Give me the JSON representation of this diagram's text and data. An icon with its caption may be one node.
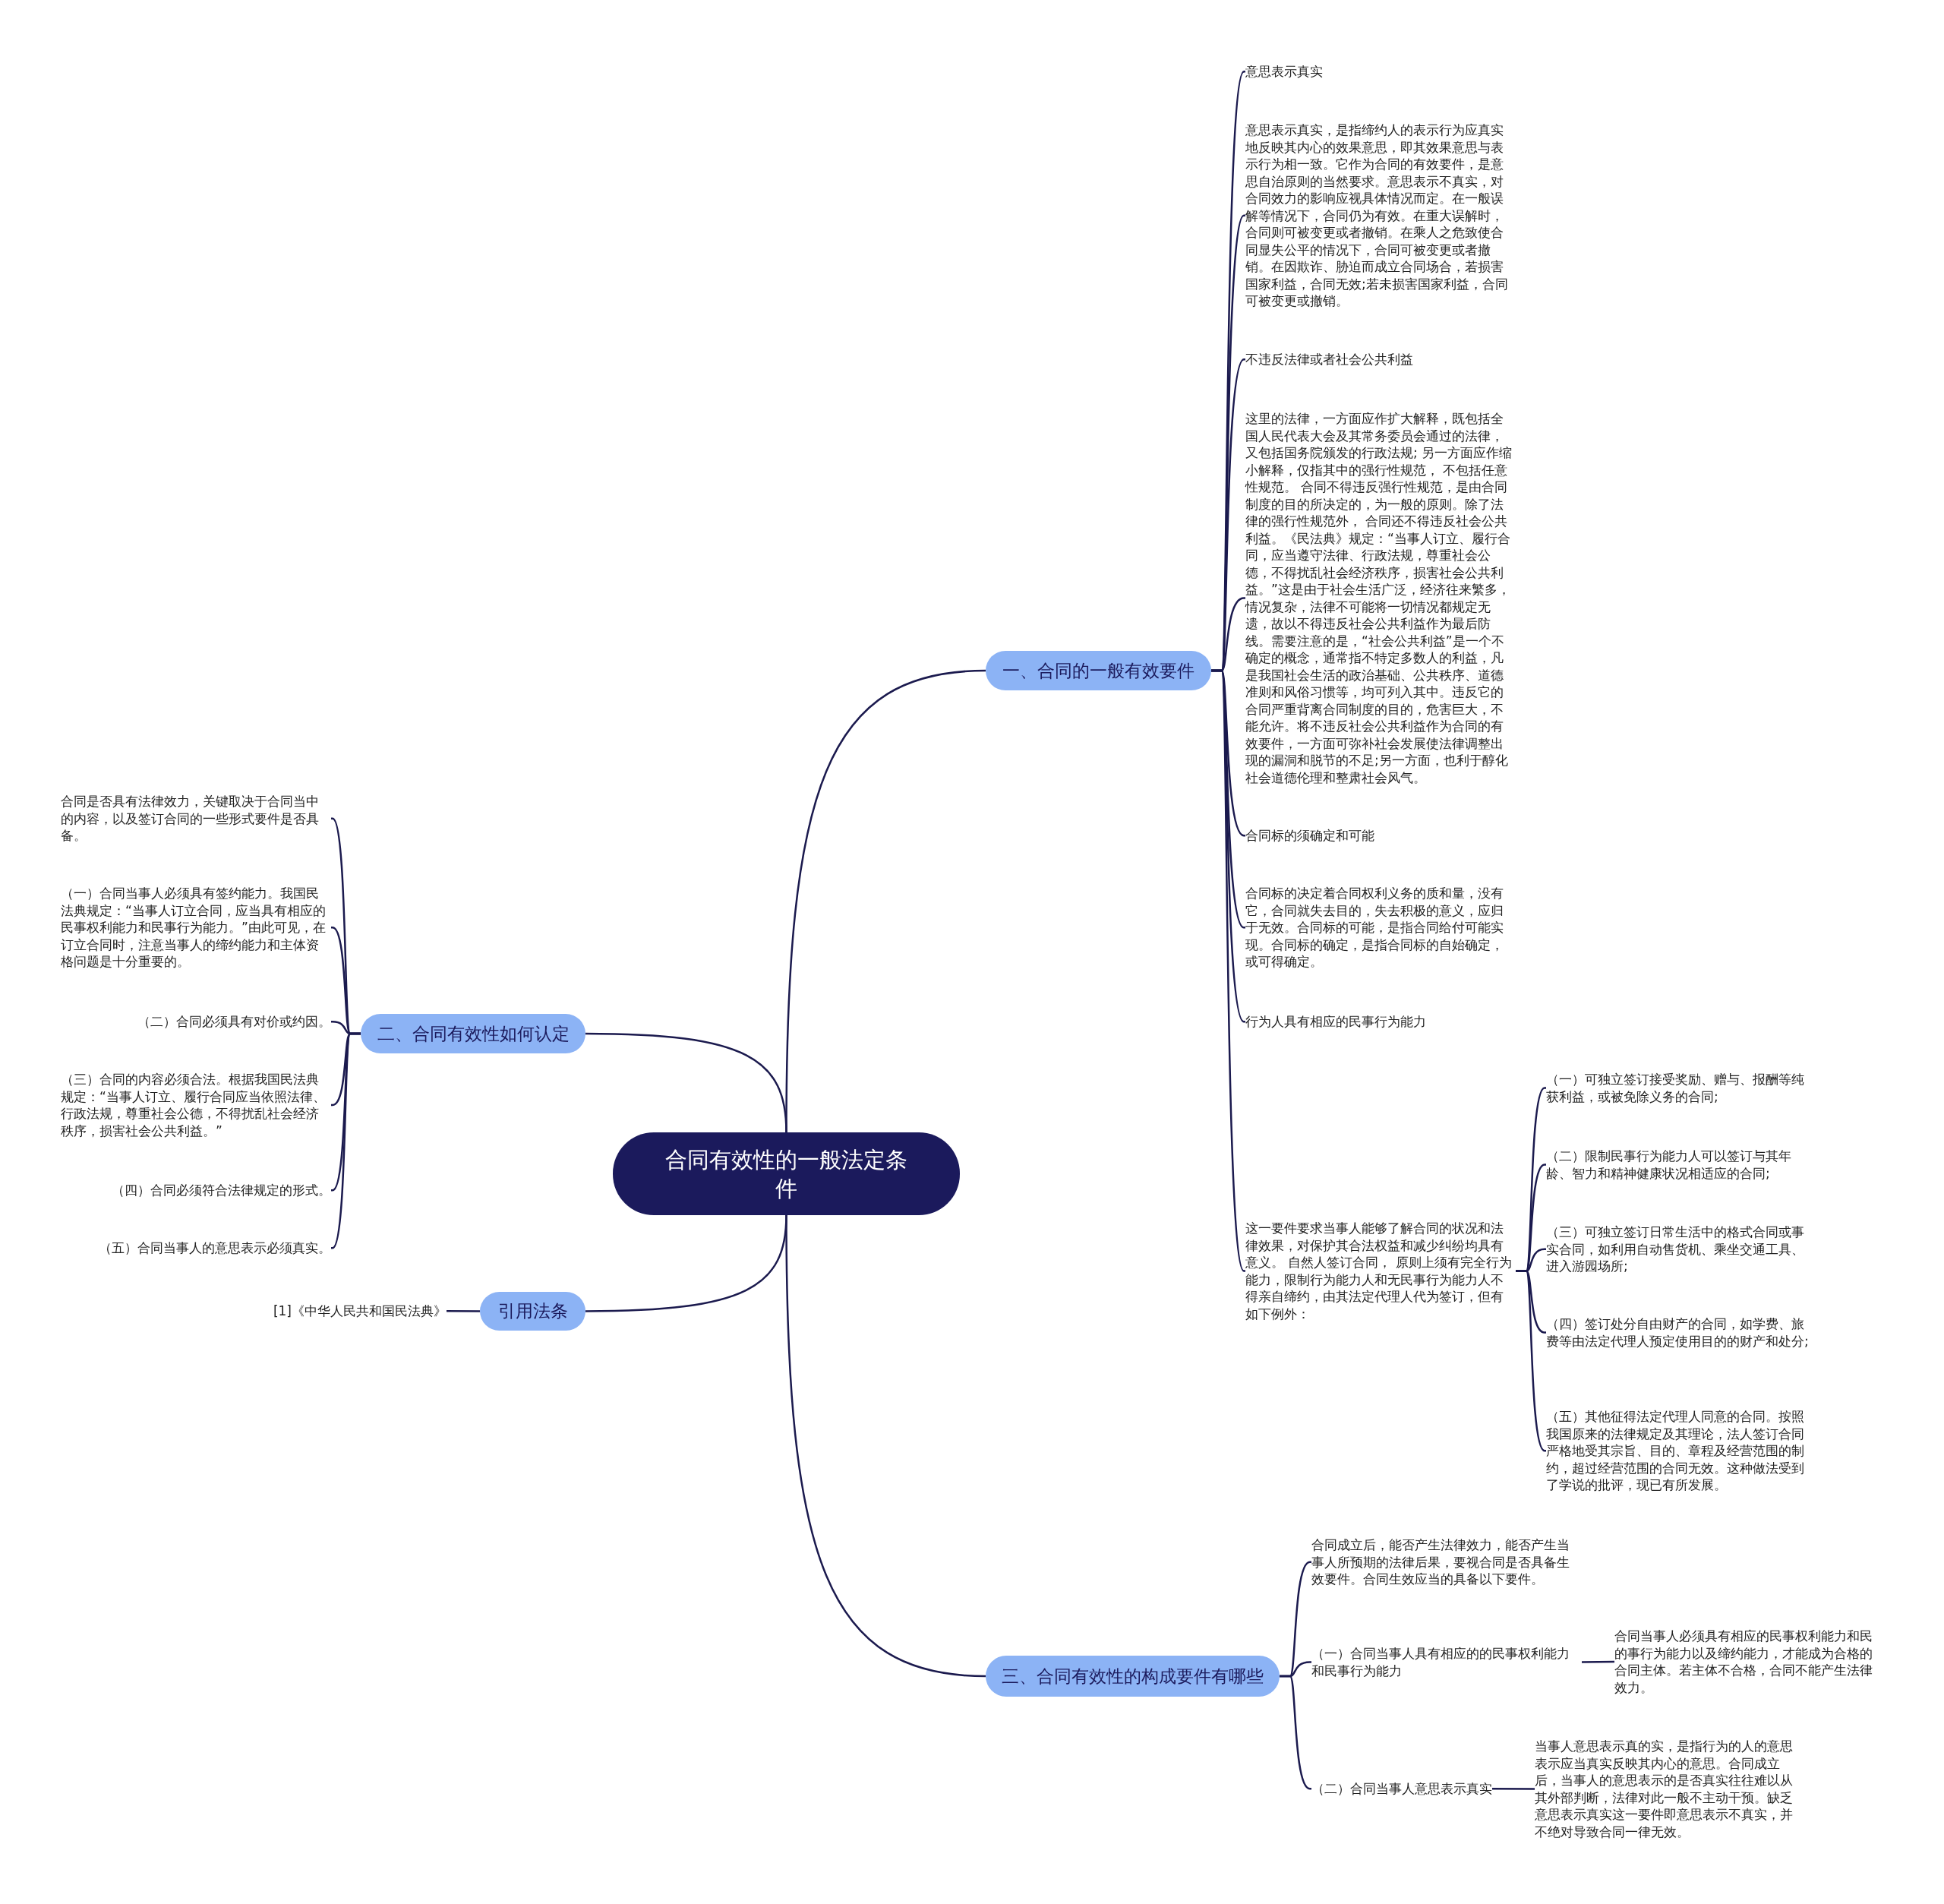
{
  "diagram": {
    "nodes": [
      {
        "text": [
          "合同有效性的一般法定条件"
        ]
      },
      {
        "text": [
          "一、合同的一般有效要件"
        ]
      },
      {
        "text": [
          "意思表示真实"
        ]
      },
      {
        "text": [
          "意思表示真实，是指缔约人的表示行为应真实地反映其内心的效果意思，即其效果意思与表示行为相一致。它作为合同的有效要件，是意思自治原则的当然要求。意思表示不真实，对合同效力的影响应视具体情况而定。在一般误解等情况下，合同仍为有效。在重大误解时，合同则可被变更或者撤销。在乘人之危致使合同显失公平的情况下，合同可被变更或者撤销。在因欺诈、胁迫而成立合同场合，若损害国家利益，合同无效;若未损害国家利益，合同可被变更或撤销。"
        ]
      },
      {
        "text": [
          "不违反法律或者社会公共利益"
        ]
      },
      {
        "text": [
          "这里的法律，一方面应作扩大解释，既包括全国人民代表大会及其常务委员会通过的法律，又包括国务院颁发的行政法规; 另一方面应作缩小解释，仅指其中的强行性规范， 不包括任意性规范。 合同不得违反强行性规范，是由合同制度的目的所决定的，为一般的原则。除了法律的强行性规范外， 合同还不得违反社会公共利益。《民法典》规定：“当事人订立、履行合同，应当遵守法律、行政法规，尊重社会公德，不得扰乱社会经济秩序，损害社会公共利益。”这是由于社会生活广泛，经济往来繁多，情况复杂，法律不可能将一切情况都规定无遗，故以不得违反社会公共利益作为最后防线。需要注意的是，“社会公共利益”是一个不确定的概念，通常指不特定多数人的利益，凡是我国社会生活的政治基础、公共秩序、道德准则和风俗习惯等，均可列入其中。违反它的合同严重背离合同制度的目的，危害巨大，不能允许。将不违反社会公共利益作为合同的有效要件，一方面可弥补社会发展使法律调整出现的漏洞和脱节的不足;另一方面，也利于醇化社会道德伦理和整肃社会风气。"
        ]
      },
      {
        "text": [
          "合同标的须确定和可能"
        ]
      },
      {
        "text": [
          "合同标的决定着合同权利义务的质和量，没有它，合同就失去目的，失去积极的意义，应归于无效。合同标的可能，是指合同给付可能实现。合同标的确定，是指合同标的自始确定，或可得确定。"
        ]
      },
      {
        "text": [
          "行为人具有相应的民事行为能力"
        ]
      },
      {
        "text": [
          "这一要件要求当事人能够了解合同的状况和法律效果，对保护其合法权益和减少纠纷均具有意义。 自然人签订合同， 原则上须有完全行为能力，限制行为能力人和无民事行为能力人不得亲自缔约，由其法定代理人代为签订，但有如下例外："
        ]
      },
      {
        "text": [
          "（一）可独立签订接受奖励、赠与、报酬等纯获利益，或被免除义务的合同;"
        ]
      },
      {
        "text": [
          "（二）限制民事行为能力人可以签订与其年龄、智力和精神健康状况相适应的合同;"
        ]
      },
      {
        "text": [
          "（三）可独立签订日常生活中的格式合同或事实合同，如利用自动售货机、乘坐交通工具、进入游园场所;"
        ]
      },
      {
        "text": [
          "（四）签订处分自由财产的合同，如学费、旅费等由法定代理人预定使用目的的财产和处分;"
        ]
      },
      {
        "text": [
          "（五）其他征得法定代理人同意的合同。按照我国原来的法律规定及其理论，法人签订合同严格地受其宗旨、目的、章程及经营范围的制约，超过经营范围的合同无效。这种做法受到了学说的批评，现已有所发展。"
        ]
      },
      {
        "text": [
          "二、合同有效性如何认定"
        ]
      },
      {
        "text": [
          "合同是否具有法律效力，关键取决于合同当中的内容，以及签订合同的一些形式要件是否具备。"
        ]
      },
      {
        "text": [
          "（一）合同当事人必须具有签约能力。我国民法典规定：“当事人订立合同，应当具有相应的民事权利能力和民事行为能力。”由此可见，在订立合同时，注意当事人的缔约能力和主体资格问题是十分重要的。"
        ]
      },
      {
        "text": [
          "（二）合同必须具有对价或约因。"
        ]
      },
      {
        "text": [
          "（三）合同的内容必须合法。根据我国民法典规定：“当事人订立、履行合同应当依照法律、行政法规，尊重社会公德，不得扰乱社会经济秩序，损害社会公共利益。”"
        ]
      },
      {
        "text": [
          "（四）合同必须符合法律规定的形式。"
        ]
      },
      {
        "text": [
          "（五）合同当事人的意思表示必须真实。"
        ]
      },
      {
        "text": [
          "引用法条"
        ]
      },
      {
        "text": [
          "[1]《中华人民共和国民法典》"
        ]
      },
      {
        "text": [
          "三、合同有效性的构成要件有哪些"
        ]
      },
      {
        "text": [
          "合同成立后，能否产生法律效力，能否产生当事人所预期的法律后果，要视合同是否具备生效要件。合同生效应当的具备以下要件。"
        ]
      },
      {
        "text": [
          "（一）合同当事人具有相应的的民事权利能力和民事行为能力"
        ]
      },
      {
        "text": [
          "合同当事人必须具有相应的民事权利能力和民的事行为能力以及缔约能力，才能成为合格的合同主体。若主体不合格，合同不能产生法律效力。"
        ]
      },
      {
        "text": [
          "（二）合同当事人意思表示真实"
        ]
      },
      {
        "text": [
          "当事人意思表示真的实，是指行为的人的意思表示应当真实反映其内心的意思。合同成立后，当事人的意思表示的是否真实往往难以从其外部判断，法律对此一般不主动干预。缺乏意思表示真实这一要件即意思表示不真实，并不绝对导致合同一律无效。"
        ]
      }
    ],
    "edges": [
      {
        "from": 0,
        "to": 1,
        "arrow": "none"
      },
      {
        "from": 1,
        "to": 2,
        "arrow": "none"
      },
      {
        "from": 1,
        "to": 3,
        "arrow": "none"
      },
      {
        "from": 1,
        "to": 4,
        "arrow": "none"
      },
      {
        "from": 1,
        "to": 5,
        "arrow": "none"
      },
      {
        "from": 1,
        "to": 6,
        "arrow": "none"
      },
      {
        "from": 1,
        "to": 7,
        "arrow": "none"
      },
      {
        "from": 1,
        "to": 8,
        "arrow": "none"
      },
      {
        "from": 1,
        "to": 9,
        "arrow": "none"
      },
      {
        "from": 9,
        "to": 10,
        "arrow": "none"
      },
      {
        "from": 9,
        "to": 11,
        "arrow": "none"
      },
      {
        "from": 9,
        "to": 12,
        "arrow": "none"
      },
      {
        "from": 9,
        "to": 13,
        "arrow": "none"
      },
      {
        "from": 9,
        "to": 14,
        "arrow": "none"
      },
      {
        "from": 0,
        "to": 15,
        "arrow": "none"
      },
      {
        "from": 15,
        "to": 16,
        "arrow": "none"
      },
      {
        "from": 15,
        "to": 17,
        "arrow": "none"
      },
      {
        "from": 15,
        "to": 18,
        "arrow": "none"
      },
      {
        "from": 15,
        "to": 19,
        "arrow": "none"
      },
      {
        "from": 15,
        "to": 20,
        "arrow": "none"
      },
      {
        "from": 15,
        "to": 21,
        "arrow": "none"
      },
      {
        "from": 0,
        "to": 22,
        "arrow": "none"
      },
      {
        "from": 22,
        "to": 23,
        "arrow": "none"
      },
      {
        "from": 0,
        "to": 24,
        "arrow": "none"
      },
      {
        "from": 24,
        "to": 25,
        "arrow": "none"
      },
      {
        "from": 24,
        "to": 26,
        "arrow": "none"
      },
      {
        "from": 26,
        "to": 27,
        "arrow": "none"
      },
      {
        "from": 24,
        "to": 28,
        "arrow": "none"
      },
      {
        "from": 28,
        "to": 29,
        "arrow": "none"
      }
    ]
  }
}
